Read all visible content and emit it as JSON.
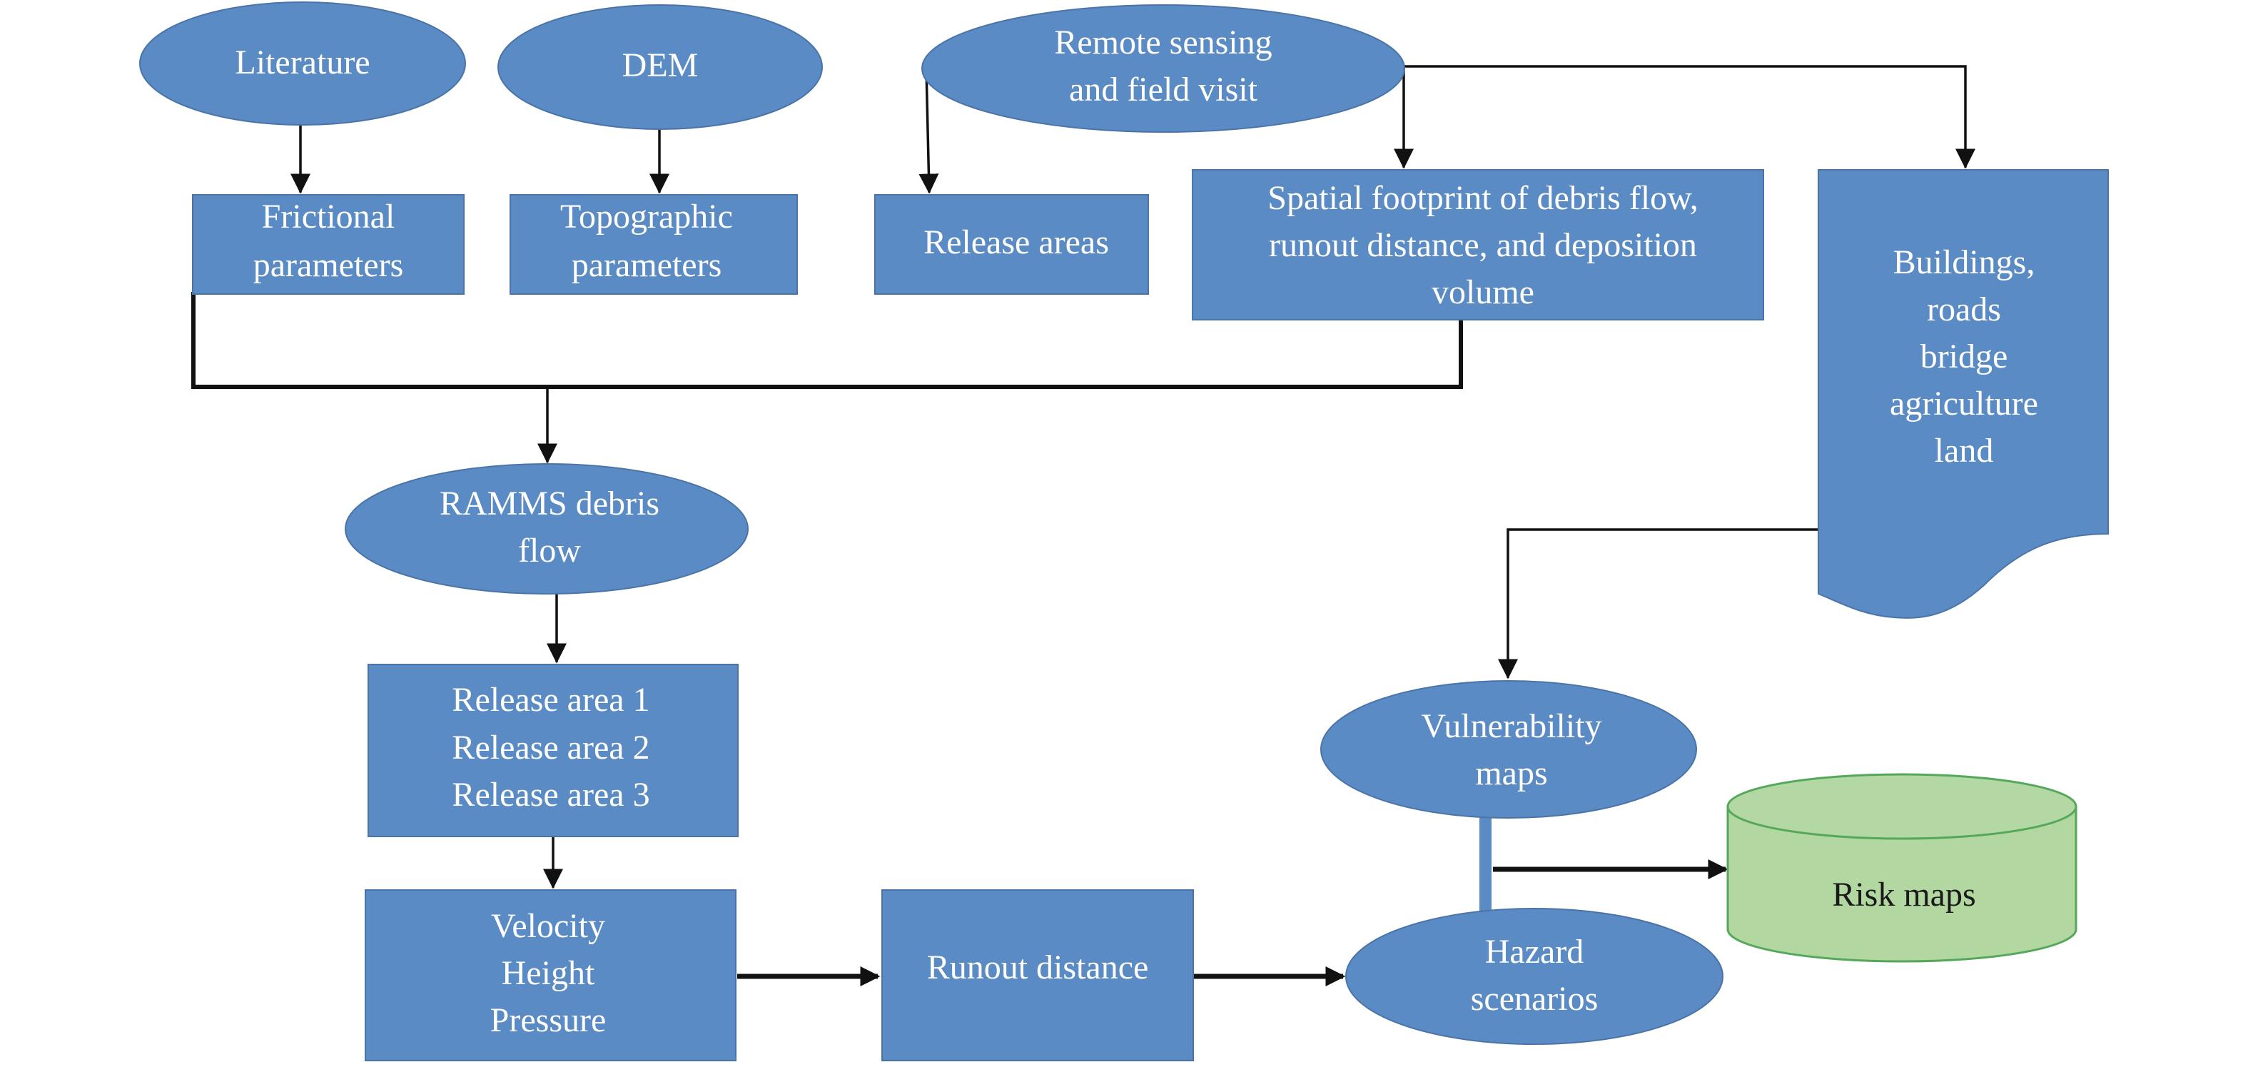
{
  "diagram": {
    "colors": {
      "node_fill": "#5b8bc4",
      "node_text": "#ffffff",
      "output_fill": "#b2d7a0",
      "output_stroke": "#55a85a",
      "output_text": "#1a1a1a",
      "connector": "#111111"
    },
    "nodes": {
      "literature": {
        "shape": "ellipse",
        "lines": [
          "Literature"
        ]
      },
      "dem": {
        "shape": "ellipse",
        "lines": [
          "DEM"
        ]
      },
      "remote_sensing": {
        "shape": "ellipse",
        "lines": [
          "Remote sensing",
          "and field visit"
        ]
      },
      "frictional": {
        "shape": "rectangle",
        "lines": [
          "Frictional",
          "parameters"
        ]
      },
      "topographic": {
        "shape": "rectangle",
        "lines": [
          "Topographic",
          "parameters"
        ]
      },
      "release_areas": {
        "shape": "rectangle",
        "lines": [
          "Release areas"
        ]
      },
      "spatial_footprint": {
        "shape": "rectangle",
        "lines": [
          "Spatial footprint of debris flow,",
          "runout distance, and deposition",
          "volume"
        ]
      },
      "elements_at_risk": {
        "shape": "document",
        "lines": [
          "Buildings,",
          "roads",
          "bridge",
          "agriculture",
          "land"
        ]
      },
      "ramms": {
        "shape": "ellipse",
        "lines": [
          "RAMMS debris",
          "flow"
        ]
      },
      "release_area_list": {
        "shape": "rectangle",
        "lines": [
          "Release area 1",
          "Release area 2",
          "Release area 3"
        ]
      },
      "outputs": {
        "shape": "rectangle",
        "lines": [
          "Velocity",
          "Height",
          "Pressure"
        ]
      },
      "runout_distance": {
        "shape": "rectangle",
        "lines": [
          "Runout distance"
        ]
      },
      "vulnerability_maps": {
        "shape": "ellipse",
        "lines": [
          "Vulnerability",
          "maps"
        ]
      },
      "hazard_scenarios": {
        "shape": "ellipse",
        "lines": [
          "Hazard",
          "scenarios"
        ]
      },
      "risk_maps": {
        "shape": "cylinder",
        "lines": [
          "Risk maps"
        ]
      }
    },
    "edges": [
      {
        "from": "literature",
        "to": "frictional"
      },
      {
        "from": "dem",
        "to": "topographic"
      },
      {
        "from": "remote_sensing",
        "to": "release_areas"
      },
      {
        "from": "remote_sensing",
        "to": "spatial_footprint"
      },
      {
        "from": "remote_sensing",
        "to": "elements_at_risk"
      },
      {
        "from": "frictional",
        "to": "ramms"
      },
      {
        "from": "spatial_footprint",
        "to": "ramms"
      },
      {
        "from": "ramms",
        "to": "release_area_list"
      },
      {
        "from": "release_area_list",
        "to": "outputs"
      },
      {
        "from": "outputs",
        "to": "runout_distance"
      },
      {
        "from": "runout_distance",
        "to": "hazard_scenarios"
      },
      {
        "from": "elements_at_risk",
        "to": "vulnerability_maps"
      },
      {
        "from": "vulnerability_maps",
        "to": "hazard_scenarios"
      },
      {
        "from": "hazard_scenarios",
        "to": "risk_maps"
      }
    ]
  }
}
